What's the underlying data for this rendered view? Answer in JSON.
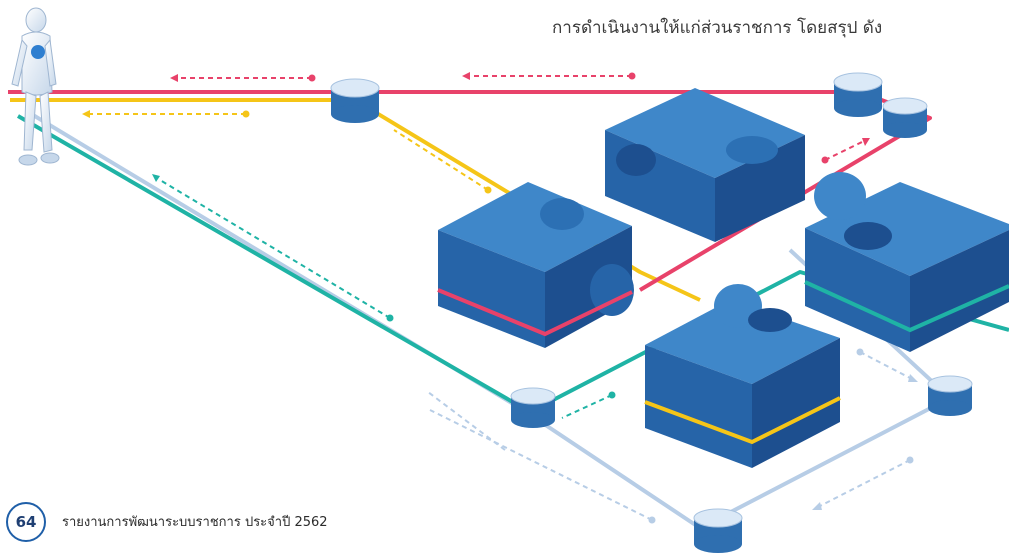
{
  "header": {
    "text": "การดำเนินงานให้แก่ส่วนราชการ โดยสรุป ดัง"
  },
  "footer": {
    "page_number": "64",
    "report_title": "รายงานการพัฒนาระบบราชการ ประจำปี 2562"
  },
  "illustration": {
    "colors": {
      "red_line": "#e8426a",
      "yellow_line": "#f5c518",
      "teal_line": "#1fb3a5",
      "light_blue_line": "#b7cde6",
      "puzzle_top": "#3f87c9",
      "puzzle_side": "#1d4f8f",
      "puzzle_front": "#2664a8",
      "node_top": "#dbe9f7",
      "node_band": "#2f6fb0"
    },
    "icons": [
      "robot-figure",
      "puzzle-pieces",
      "data-node-cylinders",
      "arrow-dashed"
    ]
  }
}
